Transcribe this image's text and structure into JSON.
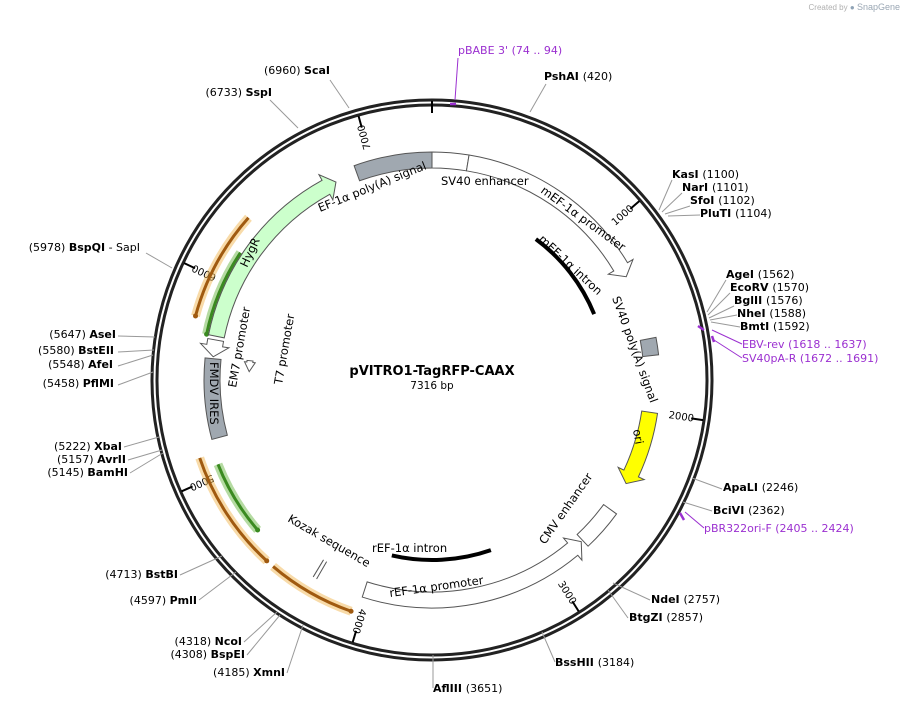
{
  "credit": {
    "prefix": "Created by",
    "brand": "SnapGene"
  },
  "plasmid": {
    "name": "pVITRO1-TagRFP-CAAX",
    "length_label": "7316 bp",
    "length": 7316
  },
  "ticks": [
    {
      "pos": 1000,
      "label": "1000"
    },
    {
      "pos": 2000,
      "label": "2000"
    },
    {
      "pos": 3000,
      "label": "3000"
    },
    {
      "pos": 4000,
      "label": "4000"
    },
    {
      "pos": 5000,
      "label": "5000"
    },
    {
      "pos": 6000,
      "label": "6000"
    },
    {
      "pos": 7000,
      "label": "7000"
    }
  ],
  "sites": [
    {
      "name": "ScaI",
      "pos": "(6960)",
      "order": "pos-first"
    },
    {
      "name": "SspI",
      "pos": "(6733)",
      "order": "pos-first"
    },
    {
      "name": "PshAI",
      "pos": "(420)",
      "order": "name-first"
    },
    {
      "name": "KasI",
      "pos": "(1100)",
      "order": "name-first"
    },
    {
      "name": "NarI",
      "pos": "(1101)",
      "order": "name-first"
    },
    {
      "name": "SfoI",
      "pos": "(1102)",
      "order": "name-first"
    },
    {
      "name": "PluTI",
      "pos": "(1104)",
      "order": "name-first"
    },
    {
      "name": "BspQI",
      "pos": "(5978)",
      "order": "pos-first",
      "suffix": "- SapI"
    },
    {
      "name": "AgeI",
      "pos": "(1562)",
      "order": "name-first"
    },
    {
      "name": "EcoRV",
      "pos": "(1570)",
      "order": "name-first"
    },
    {
      "name": "BglII",
      "pos": "(1576)",
      "order": "name-first"
    },
    {
      "name": "NheI",
      "pos": "(1588)",
      "order": "name-first"
    },
    {
      "name": "BmtI",
      "pos": "(1592)",
      "order": "name-first"
    },
    {
      "name": "AseI",
      "pos": "(5647)",
      "order": "pos-first"
    },
    {
      "name": "BstEII",
      "pos": "(5580)",
      "order": "pos-first"
    },
    {
      "name": "AfeI",
      "pos": "(5548)",
      "order": "pos-first"
    },
    {
      "name": "PflMI",
      "pos": "(5458)",
      "order": "pos-first"
    },
    {
      "name": "XbaI",
      "pos": "(5222)",
      "order": "pos-first"
    },
    {
      "name": "AvrII",
      "pos": "(5157)",
      "order": "pos-first"
    },
    {
      "name": "BamHI",
      "pos": "(5145)",
      "order": "pos-first"
    },
    {
      "name": "ApaLI",
      "pos": "(2246)",
      "order": "name-first"
    },
    {
      "name": "BciVI",
      "pos": "(2362)",
      "order": "name-first"
    },
    {
      "name": "BstBI",
      "pos": "(4713)",
      "order": "pos-first"
    },
    {
      "name": "PmlI",
      "pos": "(4597)",
      "order": "pos-first"
    },
    {
      "name": "NdeI",
      "pos": "(2757)",
      "order": "name-first"
    },
    {
      "name": "BtgZI",
      "pos": "(2857)",
      "order": "name-first"
    },
    {
      "name": "NcoI",
      "pos": "(4318)",
      "order": "pos-first"
    },
    {
      "name": "BspEI",
      "pos": "(4308)",
      "order": "pos-first"
    },
    {
      "name": "XmnI",
      "pos": "(4185)",
      "order": "pos-first"
    },
    {
      "name": "BssHII",
      "pos": "(3184)",
      "order": "name-first"
    },
    {
      "name": "AflIII",
      "pos": "(3651)",
      "order": "name-first"
    }
  ],
  "primers": [
    {
      "name": "pBABE 3'",
      "range": "(74 .. 94)"
    },
    {
      "name": "EBV-rev",
      "range": "(1618 .. 1637)"
    },
    {
      "name": "SV40pA-R",
      "range": "(1672 .. 1691)"
    },
    {
      "name": "pBR322ori-F",
      "range": "(2405 .. 2424)"
    }
  ],
  "features": [
    {
      "label": "SV40 enhancer",
      "color": "#ffffff"
    },
    {
      "label": "mEF-1α promoter",
      "color": "#ffffff"
    },
    {
      "label": "mEF-1α intron",
      "color": "#000000"
    },
    {
      "label": "SV40 poly(A) signal",
      "color": "#a0a8b0"
    },
    {
      "label": "ori",
      "color": "#ffff00"
    },
    {
      "label": "CMV enhancer",
      "color": "#ffffff"
    },
    {
      "label": "rEF-1α intron",
      "color": "#000000"
    },
    {
      "label": "rEF-1α promoter",
      "color": "#ffffff"
    },
    {
      "label": "Kozak sequence",
      "color": "#ffffff"
    },
    {
      "label": "FMDV IRES",
      "color": "#a0a8b0"
    },
    {
      "label": "EM7 promoter",
      "color": "#ffffff"
    },
    {
      "label": "T7 promoter",
      "color": "#ffffff"
    },
    {
      "label": "HygR",
      "color": "#ccffcc"
    },
    {
      "label": "EF-1α poly(A) signal",
      "color": "#a0a8b0"
    }
  ],
  "colors": {
    "primer": "#9b30d0",
    "orf_orange": "#f0b040",
    "orf_green": "#5cb030",
    "backbone": "#222222"
  }
}
